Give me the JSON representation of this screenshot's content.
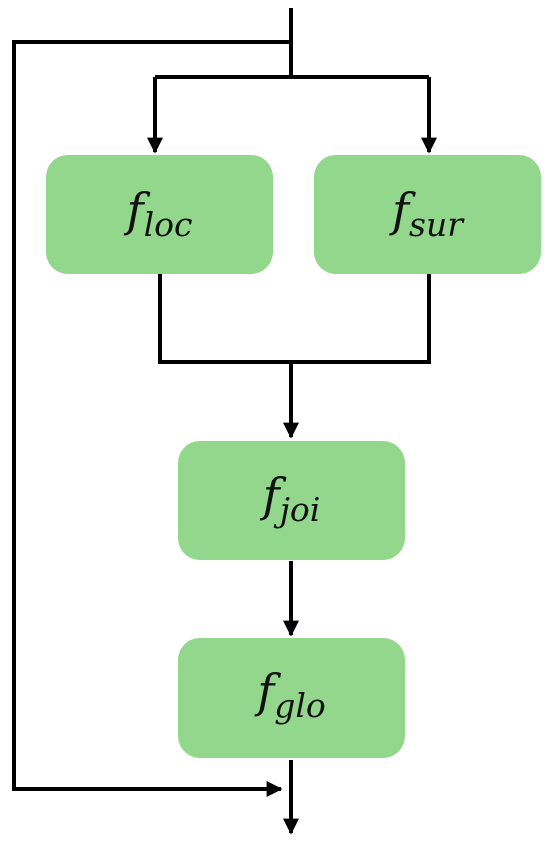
{
  "diagram": {
    "nodes": {
      "loc": {
        "symbol": "f",
        "subscript": "loc"
      },
      "sur": {
        "symbol": "f",
        "subscript": "sur"
      },
      "joi": {
        "symbol": "f",
        "subscript": "joi"
      },
      "glo": {
        "symbol": "f",
        "subscript": "glo"
      }
    },
    "colors": {
      "node_fill": "#92d78c",
      "line": "#000000"
    },
    "edges": [
      {
        "from": "input",
        "to": "loc"
      },
      {
        "from": "input",
        "to": "sur"
      },
      {
        "from": "loc",
        "to": "joi"
      },
      {
        "from": "sur",
        "to": "joi"
      },
      {
        "from": "joi",
        "to": "glo"
      },
      {
        "from": "input",
        "to": "output",
        "kind": "skip-connection"
      },
      {
        "from": "glo",
        "to": "output"
      }
    ]
  }
}
